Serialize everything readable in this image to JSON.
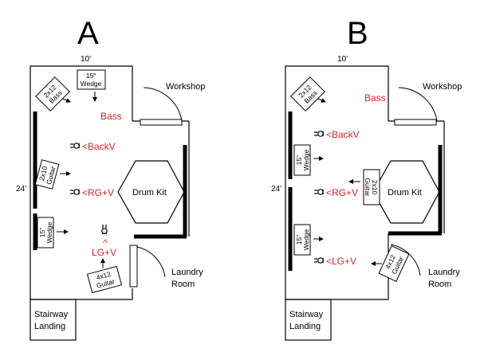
{
  "layouts": [
    {
      "heading": "A",
      "width_dim": "10'",
      "height_dim": "24'",
      "workshop": "Workshop",
      "laundry_line1": "Laundry",
      "laundry_line2": "Room",
      "stair_line1": "Stairway",
      "stair_line2": "Landing",
      "drum_kit": "Drum Kit",
      "bass_cab": [
        "2x12",
        "Bass"
      ],
      "wedge_top": [
        "15\"",
        "Wedge"
      ],
      "bass_label": "Bass",
      "backv": "<BackV",
      "guitar_2x10": [
        "2x10",
        "Guitar"
      ],
      "rgv": "<RG+V",
      "wedge_side": [
        "15\"",
        "Wedge"
      ],
      "lgv": "LG+V",
      "lgv_caret": "^",
      "guitar_4x12": [
        "4x12",
        "Guitar"
      ]
    },
    {
      "heading": "B",
      "width_dim": "10'",
      "height_dim": "24'",
      "workshop": "Workshop",
      "laundry_line1": "Laundry",
      "laundry_line2": "Room",
      "stair_line1": "Stairway",
      "stair_line2": "Landing",
      "drum_kit": "Drum Kit",
      "bass_cab": [
        "2x12",
        "Bass"
      ],
      "bass_label": "Bass",
      "backv": "<BackV",
      "wedge_1": [
        "15\"",
        "Wedge"
      ],
      "guitar_2x10": [
        "2x10",
        "Guitar"
      ],
      "rgv": "<RG+V",
      "wedge_2": [
        "15\"",
        "Wedge"
      ],
      "lgv": "<LG+V",
      "guitar_4x12": [
        "4x12",
        "Guitar"
      ]
    }
  ],
  "colors": {
    "label_red": "#d4272a",
    "line": "#000000"
  }
}
